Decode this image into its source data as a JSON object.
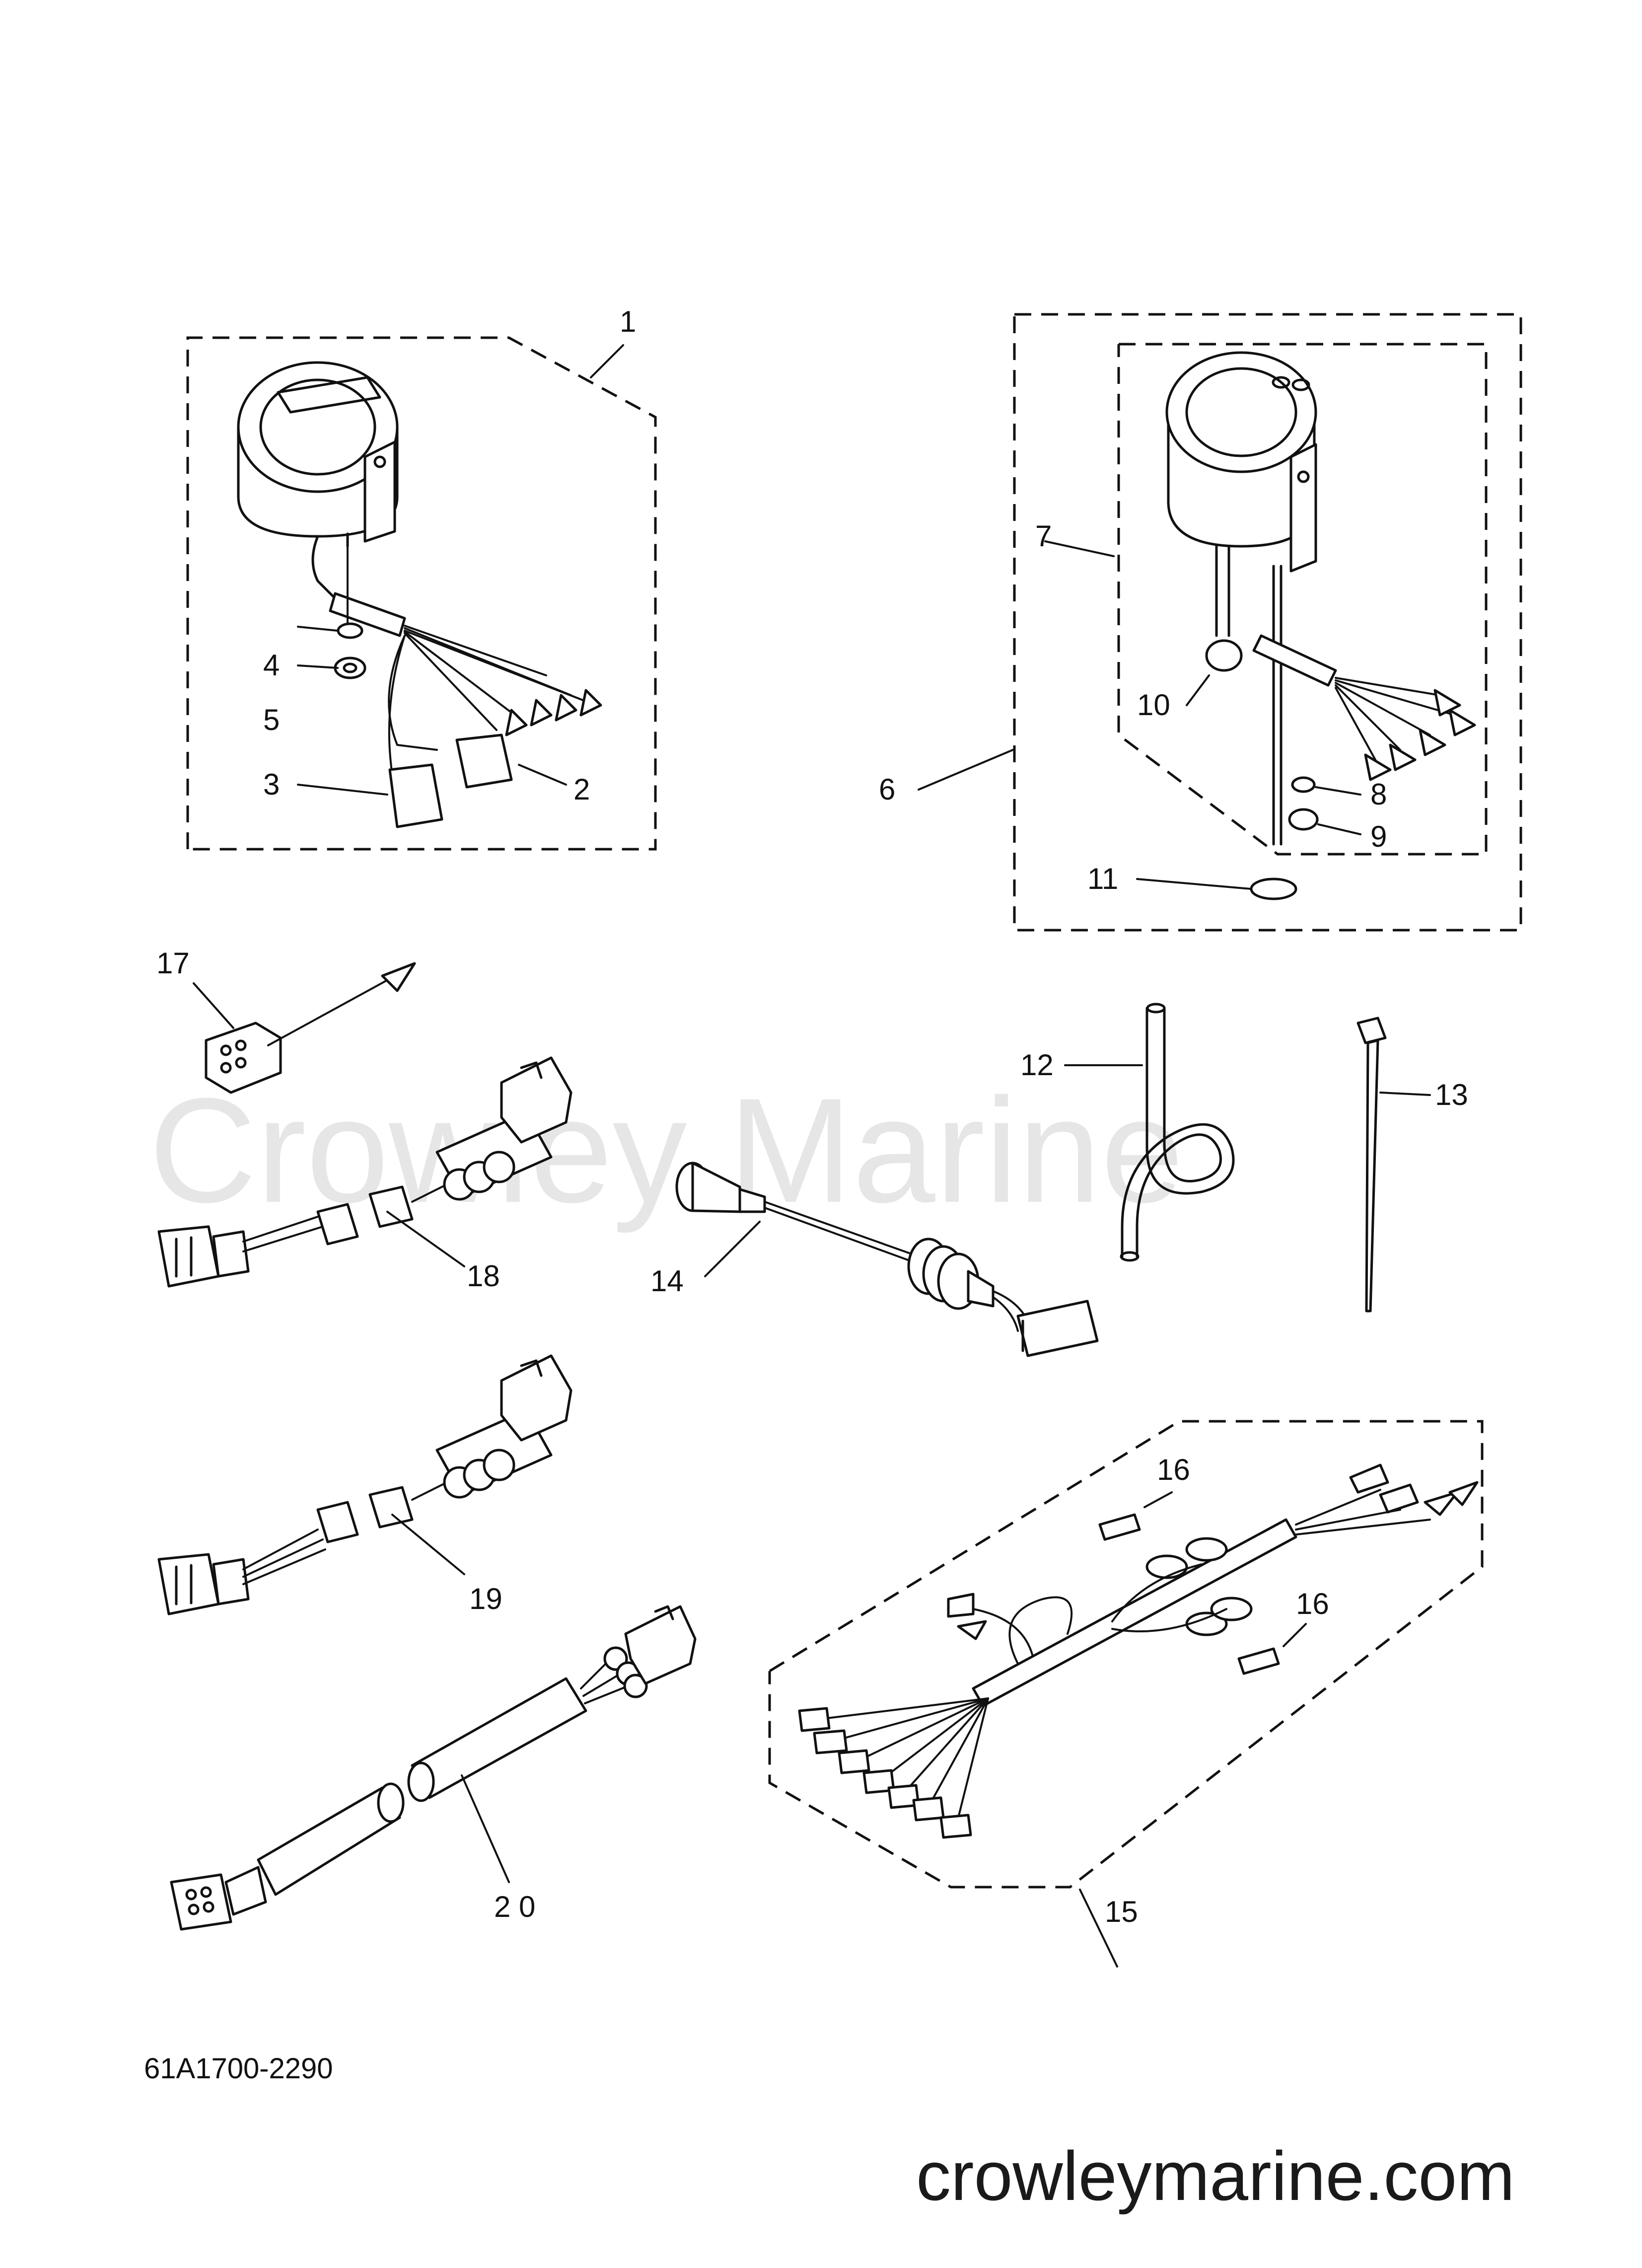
{
  "watermark": "Crowley Marine",
  "site": "crowleymarine.com",
  "part_code": "61A1700-2290",
  "callouts": {
    "c1": "1",
    "c2": "2",
    "c3": "3",
    "c4": "4",
    "c5": "5",
    "c6": "6",
    "c7": "7",
    "c8": "8",
    "c9": "9",
    "c10": "10",
    "c11": "11",
    "c12": "12",
    "c13": "13",
    "c14": "14",
    "c15": "15",
    "c16a": "16",
    "c16b": "16",
    "c17": "17",
    "c18": "18",
    "c19": "19",
    "c20": "2 0"
  }
}
